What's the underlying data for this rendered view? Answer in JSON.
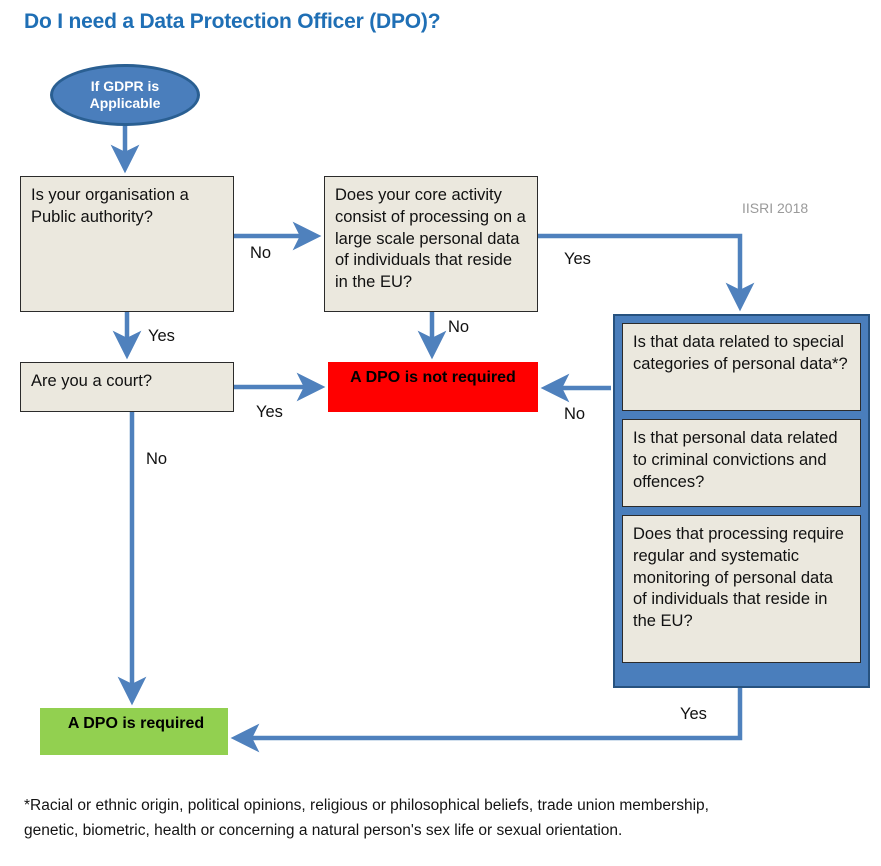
{
  "page": {
    "title": "Do I need a Data Protection Officer (DPO)?",
    "credit": "IISRI 2018",
    "footnote_line1": "*Racial or ethnic origin, political opinions, religious or philosophical beliefs, trade union membership,",
    "footnote_line2": "genetic, biometric, health or concerning a natural person's sex life or sexual orientation."
  },
  "colors": {
    "title": "#1f6fb5",
    "connector": "#4f81bd",
    "start_fill": "#4a7ebc",
    "start_border": "#2a5f92",
    "box_fill": "#ebe8de",
    "box_border": "#2b2b2b",
    "group_fill": "#4a7ebc",
    "group_border": "#27527f",
    "not_required": "#ff0000",
    "required": "#92d050",
    "credit_text": "#9a9a9a"
  },
  "nodes": {
    "start": {
      "line1": "If GDPR is",
      "line2": "Applicable"
    },
    "public_authority": "Is your organisation a Public authority?",
    "court": "Are you a court?",
    "core_activity": "Does your core activity consist of processing on a large scale personal data of individuals that reside in the EU?",
    "not_required": "A DPO is not required",
    "required": "A DPO is required",
    "group": {
      "special_categories": "Is that data related to special categories of personal data*?",
      "criminal_convictions": "Is that personal data related to criminal convictions and offences?",
      "systematic_monitoring": "Does that processing require regular and systematic monitoring of personal data of individuals that reside in the EU?"
    }
  },
  "edges": {
    "no_public": "No",
    "yes_public": "Yes",
    "yes_court": "Yes",
    "no_court": "No",
    "no_core": "No",
    "yes_core": "Yes",
    "no_group": "No",
    "yes_group": "Yes"
  }
}
